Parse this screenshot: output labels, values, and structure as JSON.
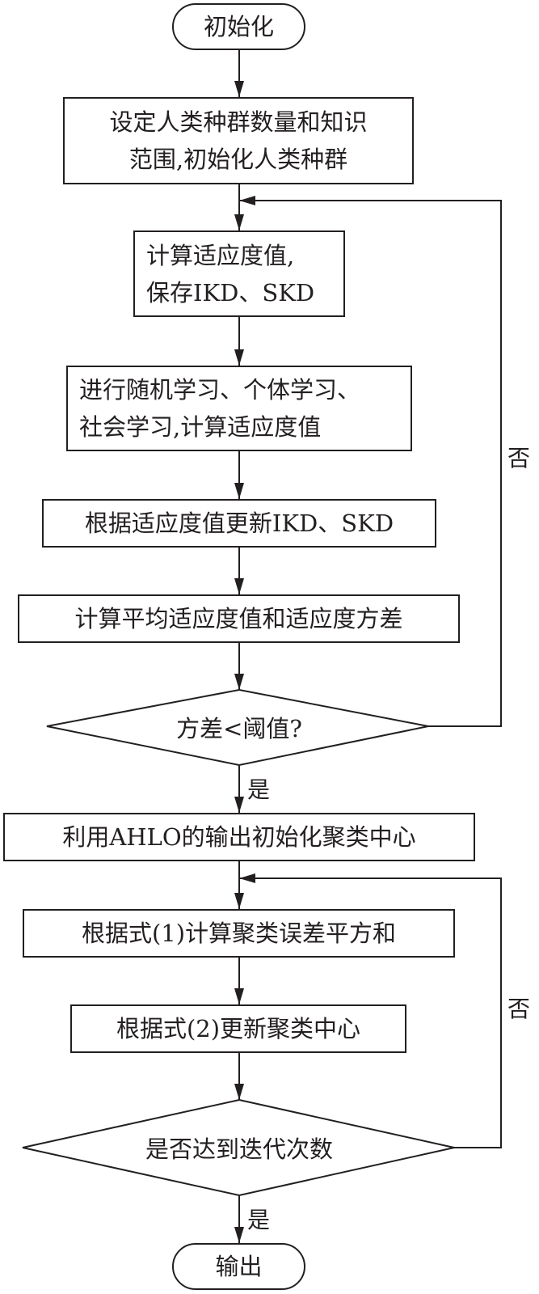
{
  "flowchart": {
    "start": "初始化",
    "steps": [
      "设定人类种群数量和知识\n范围,初始化人类种群",
      "计算适应度值,\n保存IKD、SKD",
      "进行随机学习、个体学习、\n社会学习,计算适应度值",
      "根据适应度值更新IKD、SKD",
      "计算平均适应度值和适应度方差",
      "利用AHLO的输出初始化聚类中心",
      "根据式(1)计算聚类误差平方和",
      "根据式(2)更新聚类中心"
    ],
    "decisions": [
      "方差<阈值?",
      "是否达到迭代次数"
    ],
    "end": "输出",
    "labels": {
      "yes": "是",
      "no": "否"
    },
    "colors": {
      "stroke": "#231f20",
      "background": "#ffffff"
    }
  }
}
